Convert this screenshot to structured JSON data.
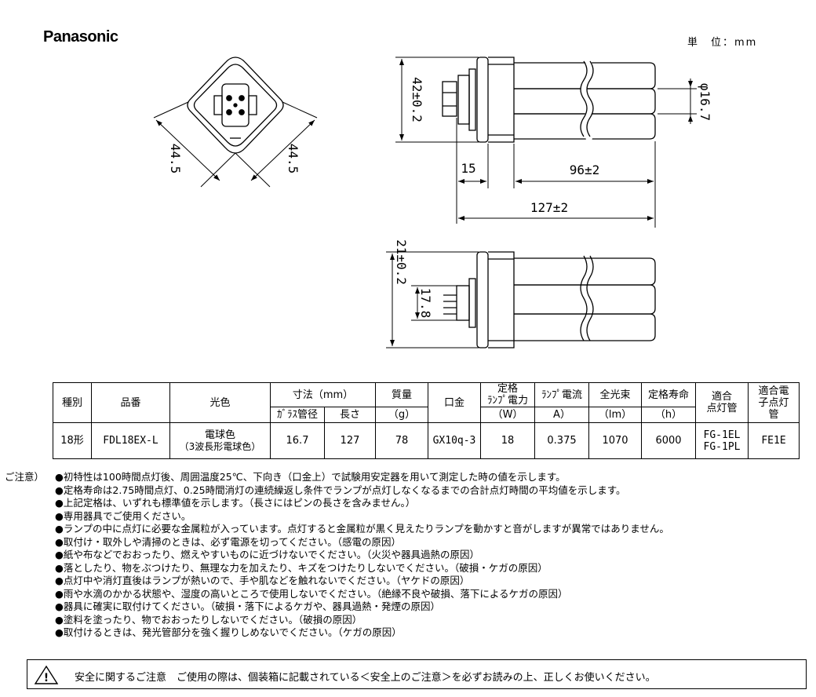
{
  "brand": "Panasonic",
  "unit_label": "単　位：mm",
  "dimensions": {
    "diag_left": "44.5",
    "diag_right": "44.5",
    "height": "42±0.2",
    "diameter": "φ16.7",
    "base_len": "15",
    "tube_len": "96±2",
    "total_len": "127±2",
    "side_height": "21±0.2",
    "pin_width": "17.8"
  },
  "table": {
    "headers": {
      "type": "種別",
      "product": "品番",
      "color": "光色",
      "dims": "寸法（mm）",
      "dia": "ｶﾞﾗｽ管径",
      "len": "長さ",
      "mass": "質量",
      "mass_unit": "（g）",
      "base": "口金",
      "watt_1": "定格",
      "watt_2": "ﾗﾝﾌﾟ電力",
      "watt_unit": "（W）",
      "current": "ﾗﾝﾌﾟ電流",
      "current_unit": "A）",
      "flux": "全光束",
      "flux_unit": "（lm）",
      "life": "定格寿命",
      "life_unit": "（h）",
      "ballast_1": "適合",
      "ballast_2": "点灯管",
      "elec_1": "適合電",
      "elec_2": "子点灯",
      "elec_3": "管"
    },
    "row": {
      "type": "18形",
      "product": "FDL18EX-L",
      "color_main": "電球色",
      "color_sub": "（3波長形電球色）",
      "dia": "16.7",
      "len": "127",
      "mass": "78",
      "base": "GX10q-3",
      "watt": "18",
      "current": "0.375",
      "flux": "1070",
      "life": "6000",
      "ballast_1": "FG-1EL",
      "ballast_2": "FG-1PL",
      "elec": "FE1E"
    }
  },
  "notes": {
    "label": "ご注意）",
    "items": [
      "初特性は100時間点灯後、周囲温度25℃、下向き（口金上）で試験用安定器を用いて測定した時の値を示します。",
      "定格寿命は2.75時間点灯、0.25時間消灯の連続繰返し条件でランプが点灯しなくなるまでの合計点灯時間の平均値を示します。",
      "上記定格は、いずれも標準値を示します。（長さにはピンの長さを含みません。）",
      "専用器具でご使用ください。",
      "ランプの中に点灯に必要な金属粒が入っています。点灯すると金属粒が黒く見えたりランプを動かすと音がしますが異常ではありません。",
      "取付け・取外しや清掃のときは、必ず電源を切ってください。（感電の原因）",
      "紙や布などでおおったり、燃えやすいものに近づけないでください。（火災や器具過熱の原因）",
      "落としたり、物をぶつけたり、無理な力を加えたり、キズをつけたりしないでください。（破損・ケガの原因）",
      "点灯中や消灯直後はランプが熱いので、手や肌などを触れないでください。（ヤケドの原因）",
      "雨や水滴のかかる状態や、湿度の高いところで使用しないでください。（絶縁不良や破損、落下によるケガの原因）",
      "器具に確実に取付けてください。（破損・落下によるケガや、器具過熱・発煙の原因）",
      "塗料を塗ったり、物でおおったりしないでください。（破損の原因）",
      "取付けるときは、発光管部分を強く握りしめないでください。（ケガの原因）"
    ]
  },
  "safety": {
    "icon_char": "!",
    "text": "安全に関するご注意　ご使用の際は、個装箱に記載されている＜安全上のご注意＞を必ずお読みの上、正しくお使いください。"
  }
}
